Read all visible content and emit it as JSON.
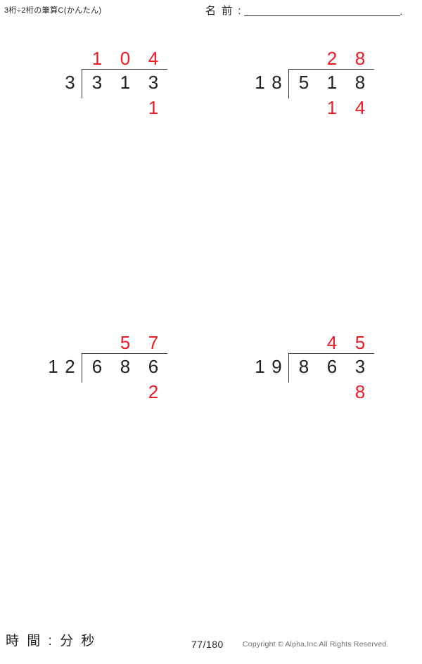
{
  "header": {
    "title": "3桁÷2桁の筆算C(かんたん)",
    "name_label": "名 前 :",
    "name_value": "",
    "name_period": "."
  },
  "colors": {
    "answer_red": "#ee1c25",
    "ink_black": "#231f20",
    "rule_gray": "#3a3538"
  },
  "problems": [
    {
      "id": 1,
      "divisor": [
        "3"
      ],
      "dividend": [
        "3",
        "1",
        "3"
      ],
      "quotient": [
        "1",
        "0",
        "4"
      ],
      "remainder": [
        "",
        "",
        "1"
      ]
    },
    {
      "id": 2,
      "divisor": [
        "1",
        "8"
      ],
      "dividend": [
        "5",
        "1",
        "8"
      ],
      "quotient": [
        "",
        "2",
        "8"
      ],
      "remainder": [
        "",
        "1",
        "4"
      ]
    },
    {
      "id": 3,
      "divisor": [
        "1",
        "2"
      ],
      "dividend": [
        "6",
        "8",
        "6"
      ],
      "quotient": [
        "",
        "5",
        "7"
      ],
      "remainder": [
        "",
        "",
        "2"
      ]
    },
    {
      "id": 4,
      "divisor": [
        "1",
        "9"
      ],
      "dividend": [
        "8",
        "6",
        "3"
      ],
      "quotient": [
        "",
        "4",
        "5"
      ],
      "remainder": [
        "",
        "",
        "8"
      ]
    }
  ],
  "footer": {
    "time_label": "時 間 :     分     秒",
    "page_number": "77/180",
    "copyright": "Copyright © Alpha.Inc All Rights Reserved."
  }
}
